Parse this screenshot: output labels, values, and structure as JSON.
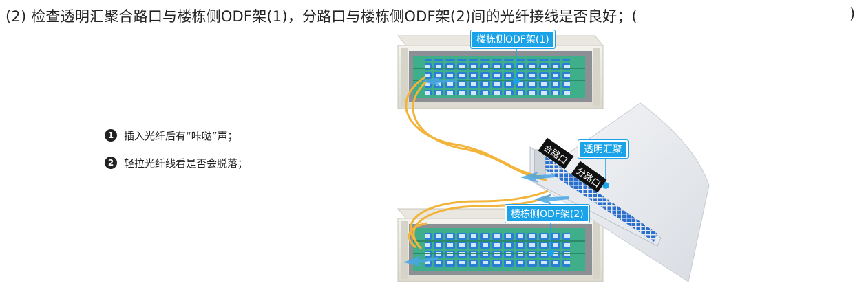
{
  "question": {
    "text": "(2) 检查透明汇聚合路口与楼栋侧ODF架(1)，分路口与楼栋侧ODF架(2)间的光纤接线是否良好；(",
    "close_paren": ")"
  },
  "steps": [
    {
      "num": "1",
      "text": "插入光纤后有“咔哒”声；"
    },
    {
      "num": "2",
      "text": "轻拉光纤线看是否会脱落；"
    }
  ],
  "labels": {
    "odf1": "楼栋侧ODF架(1)",
    "odf2": "楼栋侧ODF架(2)",
    "aggregator": "透明汇聚",
    "combined_port": "合路口",
    "split_port": "分路口"
  },
  "colors": {
    "tag_blue": "#1aa3e8",
    "fiber_yellow": "#f2b43a",
    "panel_green": "#3fae8a",
    "adapter_blue": "#2b7ed6",
    "arrow_blue": "#4aa6e6"
  }
}
